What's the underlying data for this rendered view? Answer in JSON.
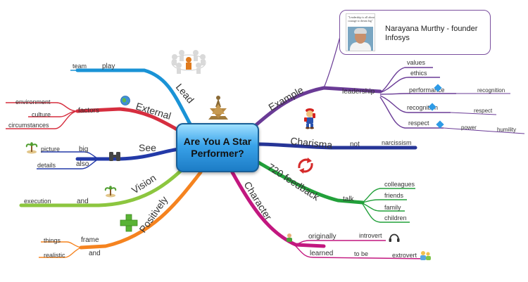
{
  "center": {
    "line1": "Are You A Star",
    "line2": "Performer?"
  },
  "branches": {
    "lead": {
      "label": "Lead",
      "children": {
        "play": "play",
        "team": "team"
      }
    },
    "external": {
      "label": "External",
      "children": {
        "factors": "factors",
        "environment": "environment",
        "culture": "culture",
        "circumstances": "circumstances"
      }
    },
    "see": {
      "label": "See",
      "children": {
        "big": "big",
        "picture": "picture",
        "also": "also",
        "details": "details"
      }
    },
    "vision": {
      "label": "Vision",
      "children": {
        "and": "and",
        "execution": "execution"
      }
    },
    "positively": {
      "label": "Positively",
      "children": {
        "frame": "frame",
        "things": "things",
        "and": "and",
        "realistic": "realistic"
      }
    },
    "example": {
      "label": "Example",
      "callout": {
        "name": "Narayana Murthy - founder Infosys",
        "quote": "\"Leadership is all about courage to dream big\""
      },
      "children": {
        "leadership": "leadership",
        "values": "values",
        "ethics": "ethics",
        "performance": "performance",
        "recognition_a": "recognition",
        "recognition_b": "recognition",
        "respect_a": "respect",
        "respect_b": "respect",
        "power": "power",
        "humility": "humility"
      }
    },
    "charisma": {
      "label": "Charisma",
      "children": {
        "not": "not",
        "narcissism": "narcissism"
      }
    },
    "feedback": {
      "label": "720 feedback",
      "children": {
        "talk": "talk",
        "colleagues": "colleagues",
        "friends": "friends",
        "family": "family",
        "children": "children"
      }
    },
    "character": {
      "label": "Character",
      "children": {
        "originally": "originally",
        "introvert": "introvert",
        "learned": "learned",
        "to_be": "to be",
        "extrovert": "extrovert"
      }
    }
  },
  "colors": {
    "lead": "#1a93d6",
    "external": "#d62e3f",
    "see": "#233aa8",
    "vision": "#8cc63f",
    "positively": "#f5831f",
    "example": "#6a3b96",
    "charisma": "#263597",
    "feedback": "#22a03a",
    "character": "#c2177f",
    "center": "#2b9ae6"
  },
  "icons": [
    "people-circle-icon",
    "globe-icon",
    "binoculars-icon",
    "palm-tree-icon",
    "green-plus-icon",
    "star-trophy-icon",
    "mario-icon",
    "refresh-arrows-icon",
    "person-icon",
    "headphones-icon",
    "people-icon",
    "blue-diamond-icon"
  ]
}
